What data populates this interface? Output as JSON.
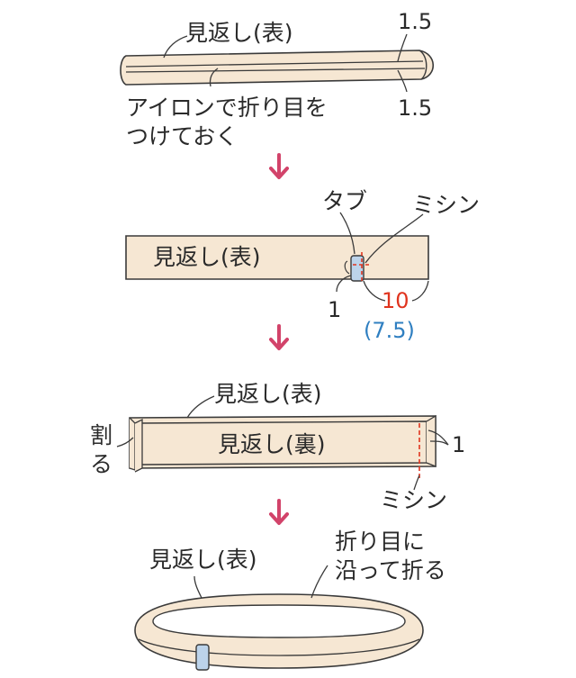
{
  "colors": {
    "fabric": "#f6e7d3",
    "outline": "#3a3a3a",
    "arrow": "#d2436a",
    "stitch": "#e0341e",
    "tab": "#bcd3ea",
    "red_text": "#e0341e",
    "blue_text": "#2f7fc1"
  },
  "step1": {
    "facing_label": "見返し(表)",
    "dim_top": "1.5",
    "dim_bottom": "1.5",
    "iron_line1": "アイロンで折り目を",
    "iron_line2": "つけておく"
  },
  "step2": {
    "tab_label": "タブ",
    "sewing_label": "ミシン",
    "facing_label": "見返し(表)",
    "dim_tab": "1",
    "dim_red": "10",
    "dim_blue": "(7.5)"
  },
  "step3": {
    "facing_front_label": "見返し(表)",
    "split_line1": "割",
    "split_line2": "る",
    "facing_back_label": "見返し(裏)",
    "dim_seam": "1",
    "sewing_label": "ミシン"
  },
  "step4": {
    "facing_label": "見返し(表)",
    "fold_line1": "折り目に",
    "fold_line2": "沿って折る"
  },
  "icons": [
    "down-arrow-icon",
    "down-arrow-icon",
    "down-arrow-icon"
  ]
}
